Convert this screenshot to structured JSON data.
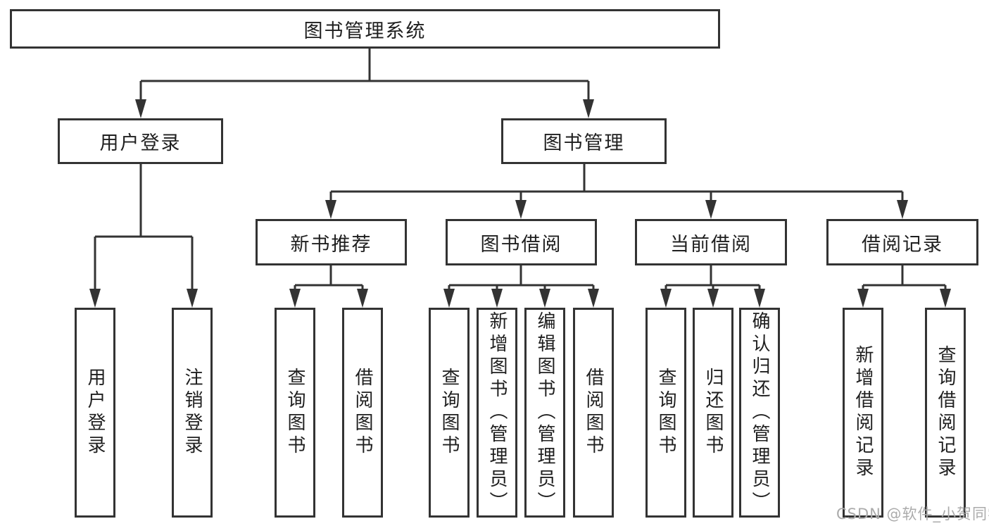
{
  "colors": {
    "line": "#333333",
    "text": "#1f1f1f",
    "watermark": "#ababab",
    "background": "#ffffff"
  },
  "tree": {
    "root": {
      "label": "图书管理系统"
    },
    "branches": [
      {
        "label": "用户登录",
        "children": [
          {
            "label": "用户登录"
          },
          {
            "label": "注销登录"
          }
        ]
      },
      {
        "label": "图书管理",
        "groups": [
          {
            "label": "新书推荐",
            "children": [
              {
                "label": "查询图书"
              },
              {
                "label": "借阅图书"
              }
            ]
          },
          {
            "label": "图书借阅",
            "children": [
              {
                "label": "查询图书"
              },
              {
                "label": "新增图书（管理员）"
              },
              {
                "label": "编辑图书（管理员）"
              },
              {
                "label": "借阅图书"
              }
            ]
          },
          {
            "label": "当前借阅",
            "children": [
              {
                "label": "查询图书"
              },
              {
                "label": "归还图书"
              },
              {
                "label": "确认归还（管理员）"
              }
            ]
          },
          {
            "label": "借阅记录",
            "children": [
              {
                "label": "新增借阅记录"
              },
              {
                "label": "查询借阅记录"
              }
            ]
          }
        ]
      }
    ],
    "watermark": "CSDN @软件_小贺同学"
  }
}
